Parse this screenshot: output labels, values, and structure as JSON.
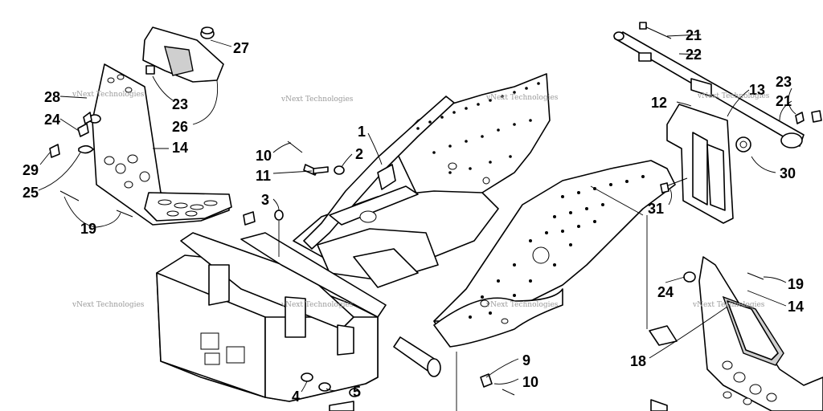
{
  "watermark": "vNext Technologies",
  "callouts": {
    "c1": "1",
    "c2": "2",
    "c3": "3",
    "c4": "4",
    "c5": "5",
    "c9": "9",
    "c10a": "10",
    "c10b": "10",
    "c11": "11",
    "c12": "12",
    "c13": "13",
    "c14a": "14",
    "c14b": "14",
    "c18": "18",
    "c19a": "19",
    "c19b": "19",
    "c21a": "21",
    "c21b": "21",
    "c22": "22",
    "c23a": "23",
    "c23b": "23",
    "c24a": "24",
    "c24b": "24",
    "c25": "25",
    "c26": "26",
    "c27": "27",
    "c28": "28",
    "c29": "29",
    "c30": "30",
    "c31": "31"
  }
}
